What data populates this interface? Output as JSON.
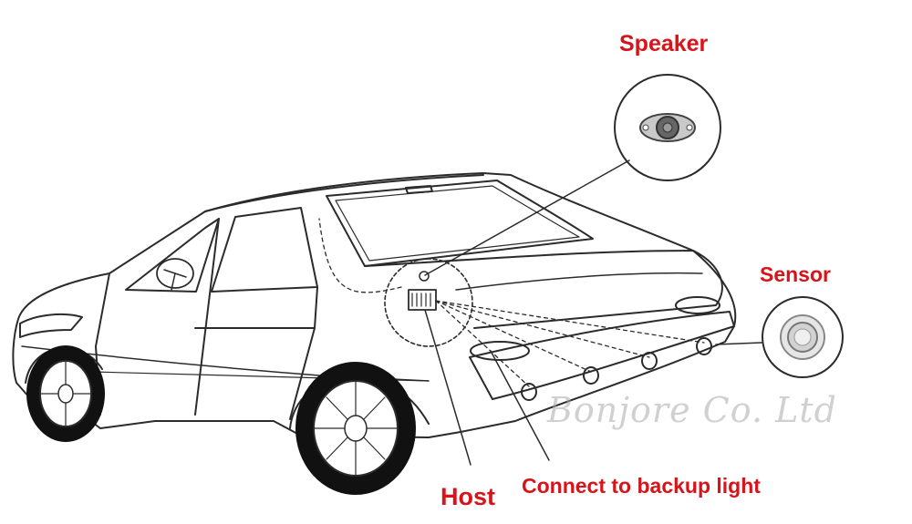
{
  "labels": {
    "speaker": "Speaker",
    "sensor": "Sensor",
    "host": "Host",
    "backup_light": "Connect to backup light"
  },
  "watermark": "Bonjore Co. Ltd",
  "colors": {
    "label": "#d7141a",
    "line": "#2b2b2b",
    "tire": "#111111"
  }
}
